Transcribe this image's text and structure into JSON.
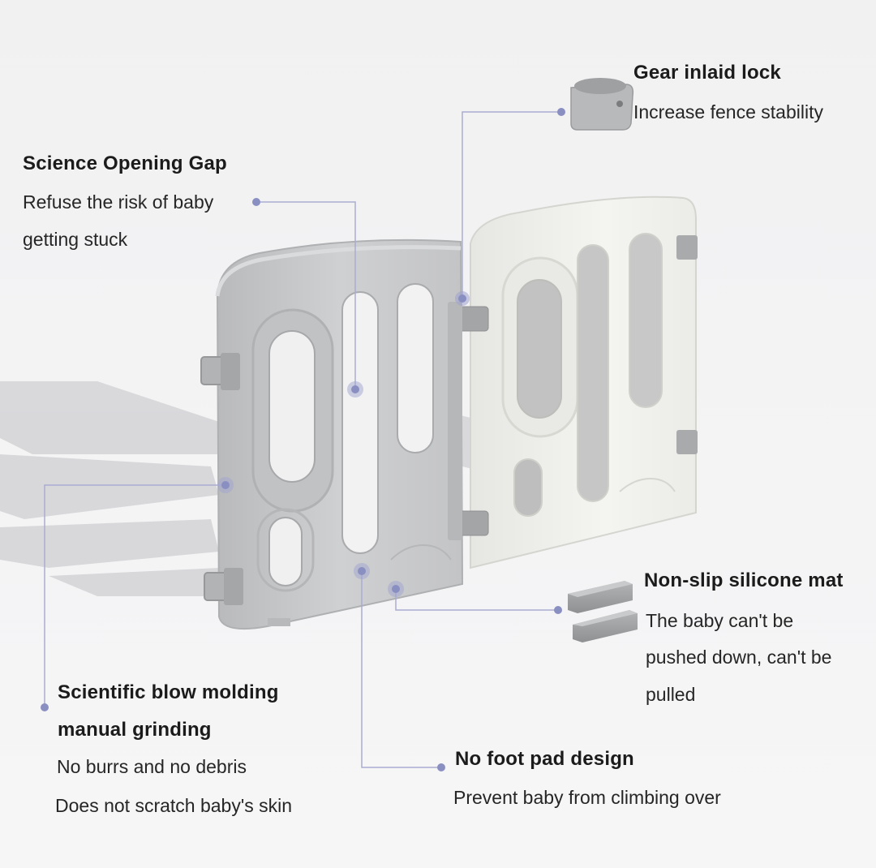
{
  "callouts": {
    "gear_lock": {
      "title": "Gear inlaid lock",
      "desc": "Increase fence stability"
    },
    "opening_gap": {
      "title": "Science Opening Gap",
      "desc1": "Refuse the risk of baby",
      "desc2": "getting stuck"
    },
    "silicone_mat": {
      "title": "Non-slip silicone mat",
      "desc1": "The baby can't be",
      "desc2": "pushed down, can't be",
      "desc3": "pulled"
    },
    "blow_molding": {
      "title1": "Scientific blow molding",
      "title2": "manual grinding",
      "desc1": "No burrs and no debris",
      "desc2": "Does not scratch baby's skin"
    },
    "foot_pad": {
      "title": "No foot pad design",
      "desc": "Prevent baby from climbing over"
    }
  },
  "colors": {
    "accent_dot": "#8a8fc2",
    "leader_line": "#a9acd1",
    "grey_panel": "#c9cacc",
    "white_panel": "#eeeeeb",
    "connector": "#9d9fa1"
  }
}
